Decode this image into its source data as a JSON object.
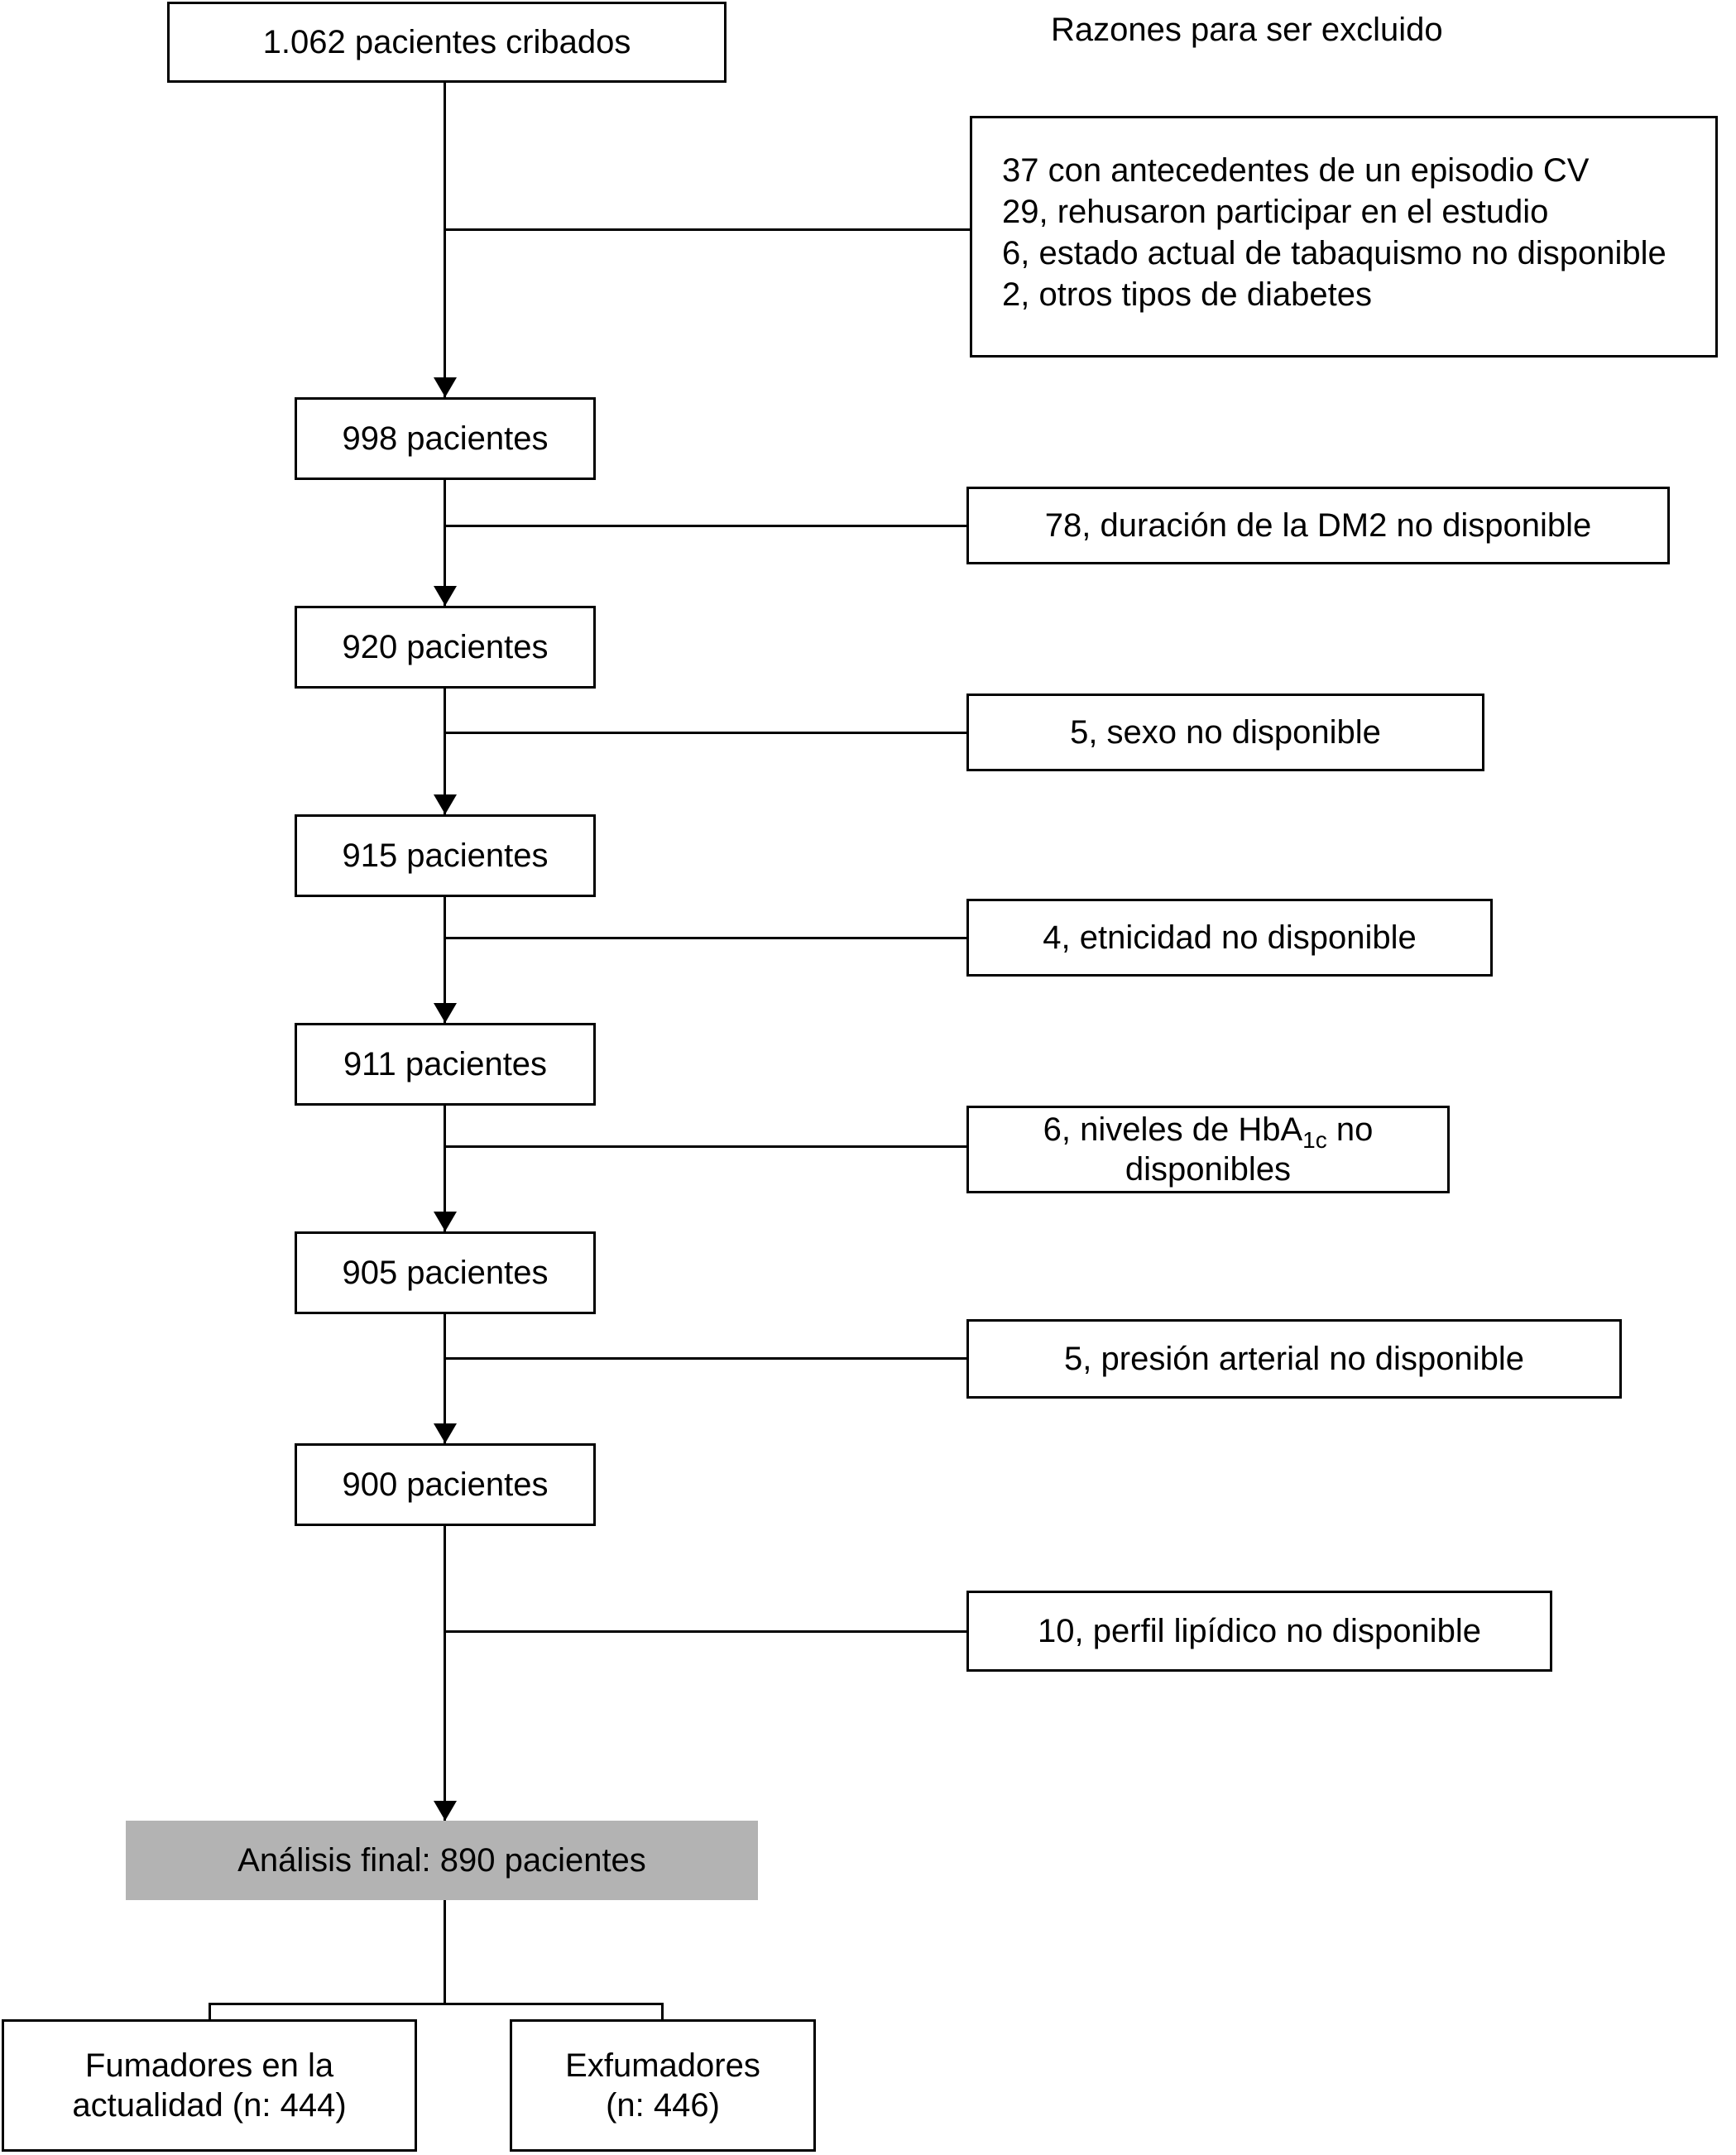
{
  "colors": {
    "line": "#000000",
    "final_box_fill": "#b3b3b3"
  },
  "header": {
    "screened_box": "1.062 pacientes cribados",
    "exclusion_title": "Razones para ser excluido"
  },
  "initial_exclusion_box": {
    "lines": [
      "37 con antecedentes de un episodio CV",
      "29, rehusaron participar en el estudio",
      "6, estado actual de tabaquismo no disponible",
      "2, otros tipos de diabetes"
    ]
  },
  "steps": [
    {
      "count": "998 pacientes",
      "exclusion": "78, duración de la DM2 no disponible"
    },
    {
      "count": "920 pacientes",
      "exclusion": "5, sexo no disponible"
    },
    {
      "count": "915 pacientes",
      "exclusion": "4, etnicidad no disponible"
    },
    {
      "count": "911 pacientes",
      "exclusion_pre": "6, niveles de HbA",
      "exclusion_sub": "1c",
      "exclusion_post": " no disponibles"
    },
    {
      "count": "905 pacientes",
      "exclusion": "5, presión arterial no disponible"
    },
    {
      "count": "900 pacientes",
      "exclusion": "10, perfil lipídico no disponible"
    }
  ],
  "final": {
    "label": "Análisis final: 890 pacientes"
  },
  "outcomes": [
    {
      "label": "Fumadores en la actualidad (n: 444)"
    },
    {
      "label": "Exfumadores (n: 446)"
    }
  ]
}
